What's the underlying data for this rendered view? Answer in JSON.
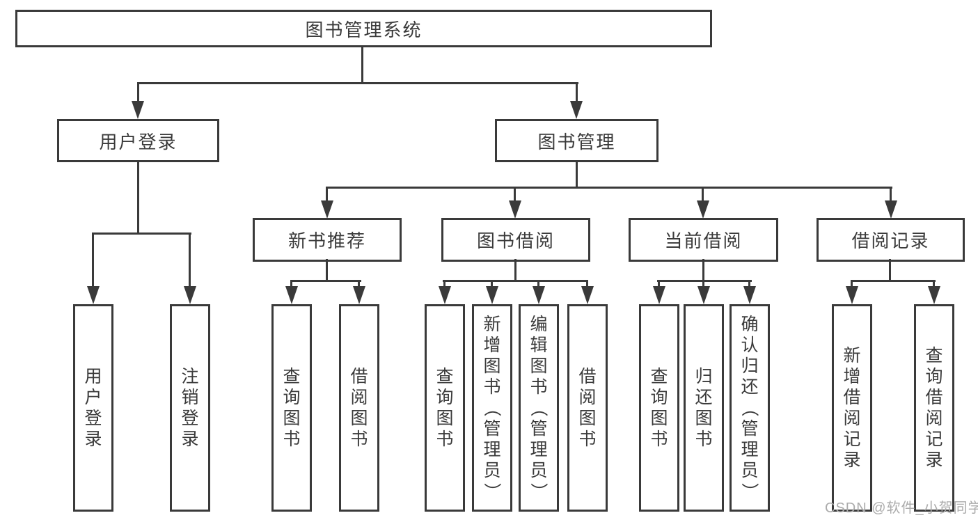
{
  "diagram": {
    "root": {
      "label": "图书管理系统"
    },
    "level2": [
      {
        "label": "用户登录"
      },
      {
        "label": "图书管理"
      }
    ],
    "level3": [
      {
        "label": "新书推荐"
      },
      {
        "label": "图书借阅"
      },
      {
        "label": "当前借阅"
      },
      {
        "label": "借阅记录"
      }
    ],
    "leaves": [
      {
        "label": "用户登录"
      },
      {
        "label": "注销登录"
      },
      {
        "label": "查询图书"
      },
      {
        "label": "借阅图书"
      },
      {
        "label": "查询图书"
      },
      {
        "label": "新增图书（管理员）"
      },
      {
        "label": "编辑图书（管理员）"
      },
      {
        "label": "借阅图书"
      },
      {
        "label": "查询图书"
      },
      {
        "label": "归还图书"
      },
      {
        "label": "确认归还（管理员）"
      },
      {
        "label": "新增借阅记录"
      },
      {
        "label": "查询借阅记录"
      }
    ],
    "watermark": "CSDN @软件_小贺同学",
    "colors": {
      "line": "#3a3a3a",
      "text": "#3a3a3a",
      "box_background": "#ffffff",
      "page_background": "#ffffff",
      "watermark": "#ababab"
    }
  }
}
